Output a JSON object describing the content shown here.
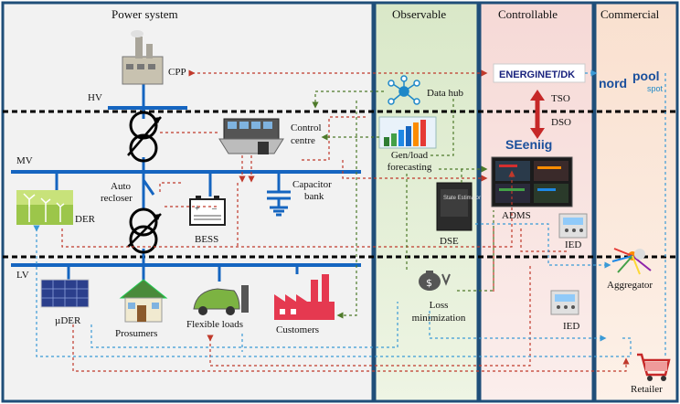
{
  "sections": {
    "power_system": "Power system",
    "observable": "Observable",
    "controllable": "Controllable",
    "commercial": "Commercial"
  },
  "voltage_levels": {
    "hv": "HV",
    "mv": "MV",
    "lv": "LV"
  },
  "components": {
    "cpp": "CPP",
    "control_centre_line1": "Control",
    "control_centre_line2": "centre",
    "auto_recloser_line1": "Auto",
    "auto_recloser_line2": "recloser",
    "capacitor_bank_line1": "Capacitor",
    "capacitor_bank_line2": "bank",
    "der": "DER",
    "bess": "BESS",
    "micro_der": "µDER",
    "prosumers": "Prosumers",
    "flexible_loads": "Flexible loads",
    "customers": "Customers",
    "data_hub": "Data hub",
    "gen_load_line1": "Gen/load",
    "gen_load_line2": "forecasting",
    "dse": "DSE",
    "loss_line1": "Loss",
    "loss_line2": "minimization",
    "tso": "TSO",
    "dso": "DSO",
    "adms": "ADMS",
    "ied_mv": "IED",
    "ied_lv": "IED",
    "aggregator": "Aggregator",
    "retailer": "Retailer"
  },
  "logos": {
    "energinet": "ENERGINET/DK",
    "nordpool_main": "nord",
    "nordpool_pool": "pool",
    "nordpool_spot": "spot",
    "seniig": "SEeniig"
  },
  "dse_screen": "State Estimator"
}
